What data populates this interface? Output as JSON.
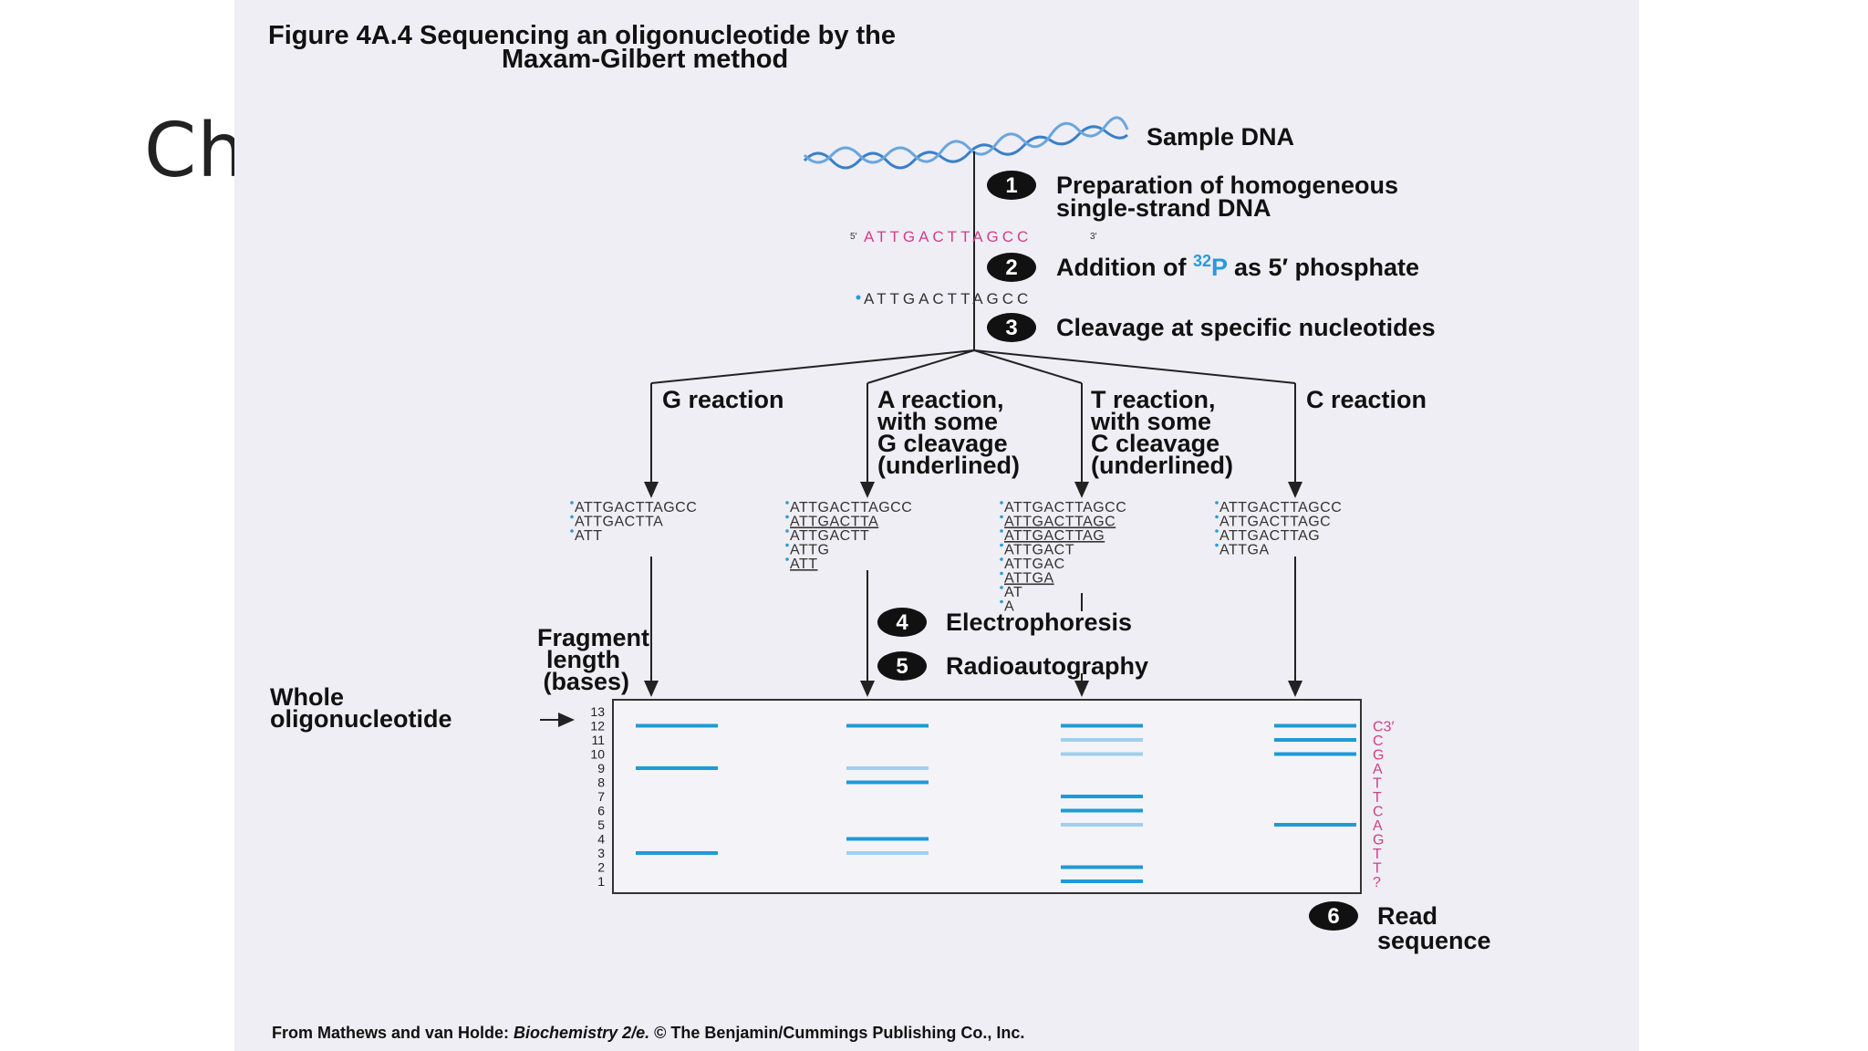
{
  "slide": {
    "title": "Ch"
  },
  "figure": {
    "title_line1": "Figure 4A.4  Sequencing an oligonucleotide by the",
    "title_line2": "Maxam-Gilbert method",
    "sample_dna": "Sample DNA",
    "steps": [
      {
        "num": "1",
        "line1": "Preparation of homogeneous",
        "line2": "single-strand DNA"
      },
      {
        "num": "2",
        "pre": "Addition of ",
        "sup": "32",
        "p": "P",
        "post": " as 5′ phosphate"
      },
      {
        "num": "3",
        "line1": "Cleavage at specific nucleotides"
      },
      {
        "num": "4",
        "line1": "Electrophoresis"
      },
      {
        "num": "5",
        "line1": "Radioautography"
      },
      {
        "num": "6",
        "line1": "Read",
        "line2": "sequence"
      }
    ],
    "seq_5prime_label": "5′",
    "seq_3prime_label": "3′",
    "sequence": "ATTGACTTAGCC",
    "sequence_labeled": "ATTGACTTAGCC",
    "reactions": [
      {
        "line1": "G reaction",
        "line2": "",
        "line3": "",
        "line4": ""
      },
      {
        "line1": "A reaction,",
        "line2": "with some",
        "line3": "G cleavage",
        "line4": "(underlined)"
      },
      {
        "line1": "T reaction,",
        "line2": "with some",
        "line3": "C cleavage",
        "line4": "(underlined)"
      },
      {
        "line1": "C reaction",
        "line2": "",
        "line3": "",
        "line4": ""
      }
    ],
    "fragments": [
      [
        "ATTGACTTAGCC",
        "ATTGACTTA",
        "ATT"
      ],
      [
        "ATTGACTTAGCC",
        "ATTGACTTA",
        "ATTGACTT",
        "ATTG",
        "ATT"
      ],
      [
        "ATTGACTTAGCC",
        "ATTGACTTAGC",
        "ATTGACTTAG",
        "ATTGACT",
        "ATTGAC",
        "ATTGA",
        "AT",
        "A"
      ],
      [
        "ATTGACTTAGCC",
        "ATTGACTTAGC",
        "ATTGACTTAG",
        "ATTGA"
      ]
    ],
    "underlined_fragments": [
      [],
      [
        1,
        4
      ],
      [
        1,
        2,
        5
      ],
      []
    ],
    "fragment_length_label": [
      "Fragment",
      "length",
      "(bases)"
    ],
    "whole_oligo_label": [
      "Whole",
      "oligonucleotide"
    ],
    "gel": {
      "lengths": [
        "13",
        "12",
        "11",
        "10",
        "9",
        "8",
        "7",
        "6",
        "5",
        "4",
        "3",
        "2",
        "1"
      ],
      "bands": [
        [
          {
            "len": 12,
            "strong": true
          },
          {
            "len": 9,
            "strong": true
          },
          {
            "len": 3,
            "strong": true
          }
        ],
        [
          {
            "len": 12,
            "strong": true
          },
          {
            "len": 9,
            "strong": false
          },
          {
            "len": 8,
            "strong": true
          },
          {
            "len": 4,
            "strong": true
          },
          {
            "len": 3,
            "strong": false
          }
        ],
        [
          {
            "len": 12,
            "strong": true
          },
          {
            "len": 11,
            "strong": false
          },
          {
            "len": 10,
            "strong": false
          },
          {
            "len": 7,
            "strong": true
          },
          {
            "len": 6,
            "strong": true
          },
          {
            "len": 5,
            "strong": false
          },
          {
            "len": 2,
            "strong": true
          },
          {
            "len": 1,
            "strong": true
          }
        ],
        [
          {
            "len": 12,
            "strong": true
          },
          {
            "len": 11,
            "strong": true
          },
          {
            "len": 10,
            "strong": true
          },
          {
            "len": 5,
            "strong": true
          }
        ]
      ],
      "read_sequence": [
        "C3′",
        "C",
        "G",
        "A",
        "T",
        "T",
        "C",
        "A",
        "G",
        "T",
        "T",
        "?"
      ]
    },
    "credit_pre": "From Mathews and van Holde: ",
    "credit_italic": "Biochemistry 2/e.",
    "credit_post": " © The Benjamin/Cummings Publishing Co., Inc.",
    "colors": {
      "band_strong": "#1f9ad6",
      "band_weak": "#9fd0ee",
      "sequence_pink": "#d0408a",
      "p32_blue": "#2a9ad8",
      "dna_helix": "#3a7fc8"
    }
  }
}
